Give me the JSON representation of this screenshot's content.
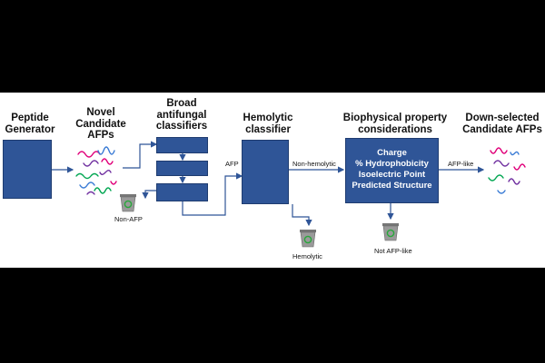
{
  "stages": {
    "peptide_generator": "Peptide\nGenerator",
    "novel_candidates": "Novel\nCandidate\nAFPs",
    "broad_classifiers": "Broad\nantifungal\nclassifiers",
    "hemolytic_classifier": "Hemolytic\nclassifier",
    "biophysical": "Biophysical property\nconsiderations",
    "down_selected": "Down-selected\nCandidate AFPs"
  },
  "properties": [
    "Charge",
    "% Hydrophobicity",
    "Isoelectric Point",
    "Predicted Structure"
  ],
  "edge_labels": {
    "afp": "AFP",
    "non_hemolytic": "Non-hemolytic",
    "afp_like": "AFP-like"
  },
  "discard_labels": {
    "non_afp": "Non-AFP",
    "hemolytic": "Hemolytic",
    "not_afp_like": "Not AFP-like"
  },
  "colors": {
    "box": "#2f5597",
    "arrow": "#2f5597",
    "background": "#000000",
    "panel": "#ffffff"
  },
  "icons": {
    "squiggles": "peptide-squiggle-icon",
    "discard": "recycle-bin-icon"
  }
}
